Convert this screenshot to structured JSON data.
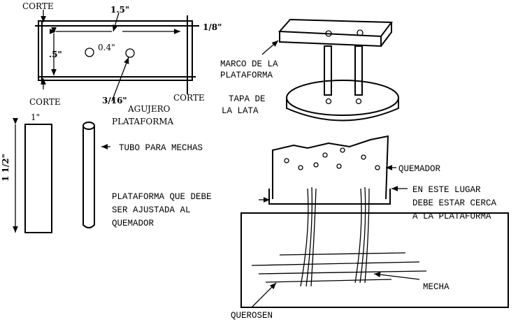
{
  "platform_plan": {
    "corte_top": "CORTE",
    "corte_bottom_left": "CORTE",
    "corte_bottom_right": "CORTE",
    "width_dim": "1.5\"",
    "height_dim": ".5\"",
    "edge_dim": "1/8\"",
    "hole_spacing": "0.4\"",
    "hole_dim": "3/16\"",
    "hole_label_1": "AGUJERO",
    "hole_label_2": "PLATAFORMA"
  },
  "strip": {
    "width_dim": "1\"",
    "height_dim": "1 1/2\""
  },
  "tube": {
    "label": "TUBO PARA MECHAS"
  },
  "assembly": {
    "frame_label_1": "MARCO DE LA",
    "frame_label_2": "PLATAFORMA",
    "lid_label_1": "TAPA DE",
    "lid_label_2": "LA LATA"
  },
  "burner": {
    "burner_label": "QUEMADOR",
    "platform_note": [
      "PLATAFORMA QUE DEBE",
      "SER AJUSTADA AL",
      "QUEMADOR"
    ],
    "position_note": [
      "EN ESTE LUGAR",
      "DEBE ESTAR CERCA",
      "A LA PLATAFORMA"
    ],
    "wick_label": "MECHA",
    "kerosene_label": "QUEROSEN"
  }
}
